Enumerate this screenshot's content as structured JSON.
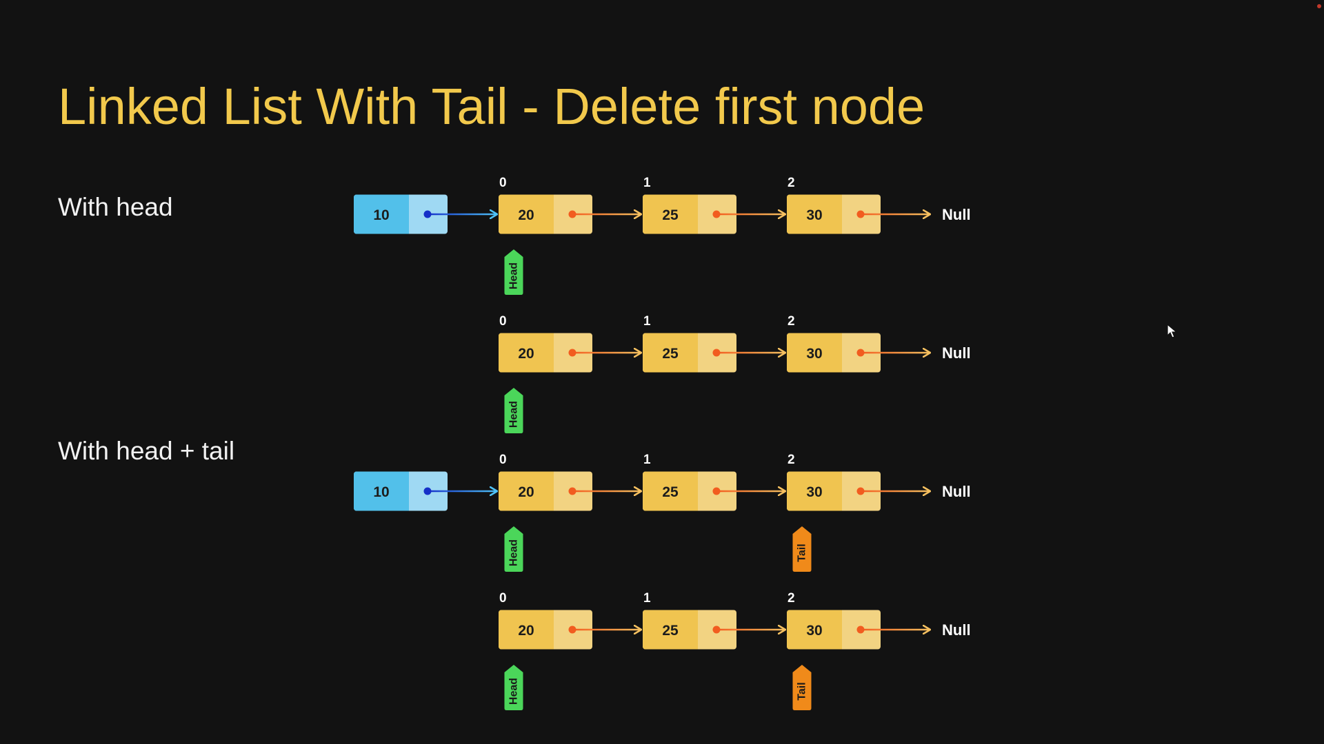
{
  "title": "Linked List With Tail - Delete first node",
  "sections": [
    {
      "label": "With head"
    },
    {
      "label": "With head + tail"
    }
  ],
  "null_label": "Null",
  "pointers": {
    "head": "Head",
    "tail": "Tail"
  },
  "colors": {
    "background": "#121212",
    "title": "#f2c94c",
    "node_value": "#f0c450",
    "node_next": "#f2d382",
    "deleted_value": "#52c0ea",
    "deleted_next": "#9fd9f3",
    "orange_link": "#f25c1f",
    "blue_link": "#1530c8",
    "head_tag": "#4bd65a",
    "tail_tag": "#f08a1a"
  },
  "rows": [
    {
      "deleted_node": "10",
      "nodes": [
        {
          "index": "0",
          "value": "20"
        },
        {
          "index": "1",
          "value": "25"
        },
        {
          "index": "2",
          "value": "30"
        }
      ],
      "head_at": 0,
      "tail_at": null
    },
    {
      "deleted_node": null,
      "nodes": [
        {
          "index": "0",
          "value": "20"
        },
        {
          "index": "1",
          "value": "25"
        },
        {
          "index": "2",
          "value": "30"
        }
      ],
      "head_at": 0,
      "tail_at": null
    },
    {
      "deleted_node": "10",
      "nodes": [
        {
          "index": "0",
          "value": "20"
        },
        {
          "index": "1",
          "value": "25"
        },
        {
          "index": "2",
          "value": "30"
        }
      ],
      "head_at": 0,
      "tail_at": 2
    },
    {
      "deleted_node": null,
      "nodes": [
        {
          "index": "0",
          "value": "20"
        },
        {
          "index": "1",
          "value": "25"
        },
        {
          "index": "2",
          "value": "30"
        }
      ],
      "head_at": 0,
      "tail_at": 2
    }
  ]
}
